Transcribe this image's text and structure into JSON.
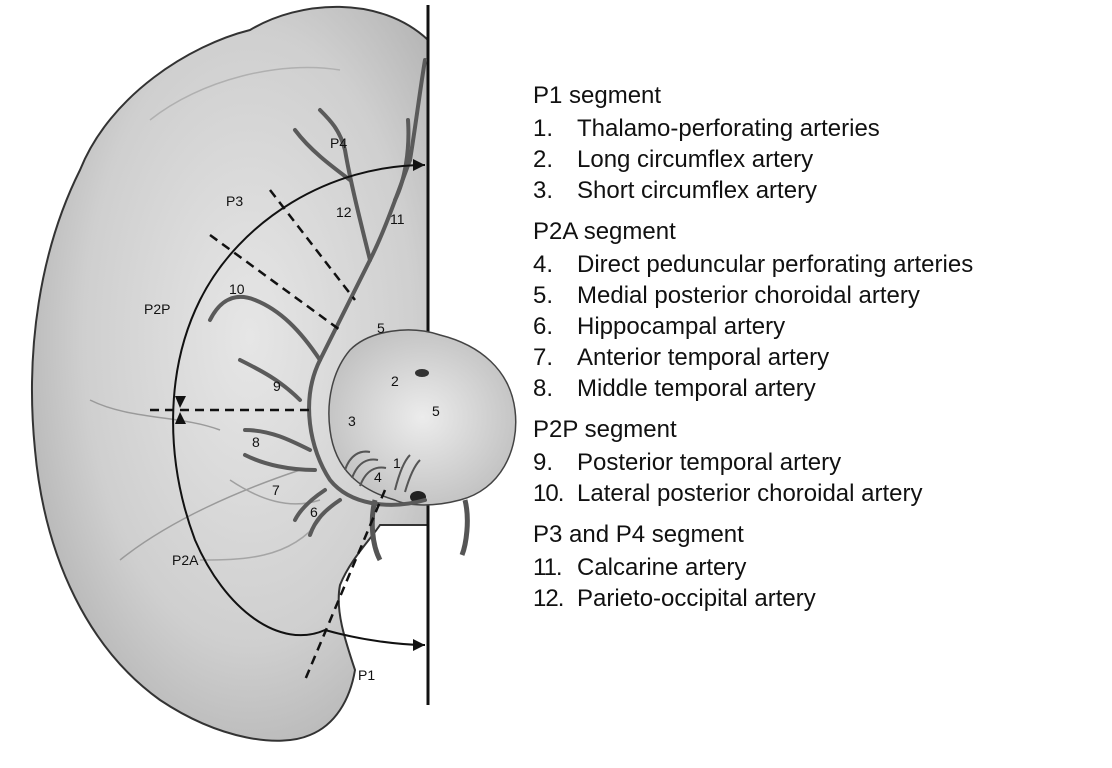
{
  "diagram": {
    "segment_labels": {
      "p1": "P1",
      "p2a": "P2A",
      "p2p": "P2P",
      "p3": "P3",
      "p4": "P4"
    },
    "artery_numbers": [
      "1",
      "2",
      "3",
      "4",
      "5",
      "5",
      "6",
      "7",
      "8",
      "9",
      "10",
      "11",
      "12"
    ]
  },
  "legend": {
    "sections": [
      {
        "title": "P1 segment",
        "items": [
          {
            "num": "1.",
            "label": "Thalamo-perforating arteries"
          },
          {
            "num": "2.",
            "label": "Long circumflex artery"
          },
          {
            "num": "3.",
            "label": "Short circumflex artery"
          }
        ]
      },
      {
        "title": "P2A segment",
        "items": [
          {
            "num": "4.",
            "label": "Direct peduncular perforating arteries"
          },
          {
            "num": "5.",
            "label": "Medial posterior choroidal artery"
          },
          {
            "num": "6.",
            "label": "Hippocampal artery"
          },
          {
            "num": "7.",
            "label": "Anterior temporal artery"
          },
          {
            "num": "8.",
            "label": "Middle temporal artery"
          }
        ]
      },
      {
        "title": "P2P segment",
        "items": [
          {
            "num": "9.",
            "label": "Posterior temporal artery"
          },
          {
            "num": "10.",
            "label": "Lateral posterior choroidal artery"
          }
        ]
      },
      {
        "title": "P3 and P4 segment",
        "items": [
          {
            "num": "11.",
            "label": "Calcarine artery"
          },
          {
            "num": "12.",
            "label": "Parieto-occipital artery"
          }
        ]
      }
    ]
  }
}
